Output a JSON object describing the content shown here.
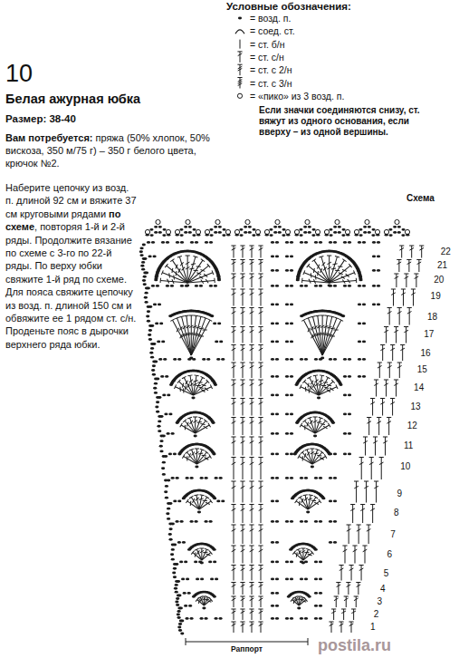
{
  "diagram": {
    "title": "Белая ажурная юбка",
    "labels": [
      "10",
      "Размер: 38-40",
      "Вам потребуется:",
      "пряжа (50% хлопок, 50% вискоза, 350 м/75 г) – 350 г белого цвета, крючок №2.",
      "Наберите цепочку из возд. п. длиной 92 см и вяжите 37 см круговыми рядами",
      "по схеме",
      ", повторяя 1-й и 2-й ряды. Продолжите вязание по схеме с 3-го по 22-й ряды. По верху юбки свяжите 1-й ряд по схеме. Для пояса свяжите цепочку из возд. п. длиной 150 см и обвяжите ее 1 рядом ст. с/н. Проденьте пояс в дырочки верхнего ряда юбки.",
      "Условные обозначения:",
      "Если значки соединяются снизу, ст. вяжут из одного основания, если вверху – из одной вершины.",
      "Схема",
      "22",
      "21",
      "20",
      "19",
      "18",
      "17",
      "16",
      "15",
      "14",
      "13",
      "12",
      "11",
      "10",
      "9",
      "8",
      "7",
      "6",
      "5",
      "4",
      "3",
      "2",
      "1",
      "Раппорт",
      "postila.ru"
    ],
    "legend": [
      {
        "text": "= возд. п."
      },
      {
        "text": "= соед. ст."
      },
      {
        "text": "= ст. б/н"
      },
      {
        "text": "= ст. с/н"
      },
      {
        "text": "= ст. с 2/н"
      },
      {
        "text": "= ст. с 3/н"
      },
      {
        "text": "= «пико» из 3 возд. п."
      }
    ]
  }
}
